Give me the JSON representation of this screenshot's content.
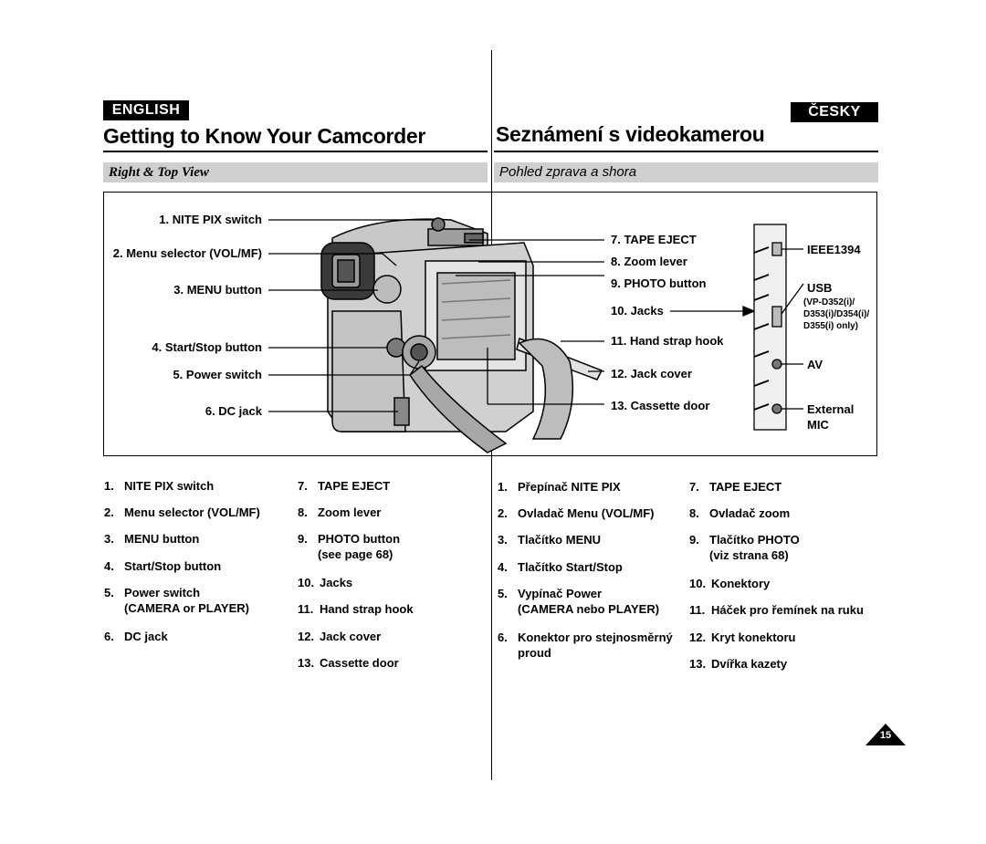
{
  "left": {
    "tag": "ENGLISH",
    "title": "Getting to Know Your Camcorder",
    "subtitle": "Right & Top View"
  },
  "right": {
    "tag": "ČESKY",
    "title": "Seznámení s videokamerou",
    "subtitle": "Pohled zprava a shora"
  },
  "diagram": {
    "left_callouts": [
      "1. NITE PIX switch",
      "2. Menu selector (VOL/MF)",
      "3. MENU button",
      "4. Start/Stop button",
      "5. Power switch",
      "6. DC jack"
    ],
    "right_callouts": [
      "7. TAPE EJECT",
      "8. Zoom lever",
      "9. PHOTO button",
      "10. Jacks",
      "11. Hand strap hook",
      "12. Jack cover",
      "13. Cassette door"
    ],
    "jack_labels": {
      "ieee": "IEEE1394",
      "usb": "USB",
      "usb_note": [
        "(VP-D352(i)/",
        "D353(i)/D354(i)/",
        "D355(i) only)"
      ],
      "av": "AV",
      "mic_1": "External",
      "mic_2": "MIC"
    }
  },
  "english_list": {
    "col1": [
      {
        "n": "1.",
        "t": "NITE PIX switch"
      },
      {
        "n": "2.",
        "t": "Menu selector (VOL/MF)"
      },
      {
        "n": "3.",
        "t": "MENU button"
      },
      {
        "n": "4.",
        "t": "Start/Stop button"
      },
      {
        "n": "5.",
        "t": "Power switch",
        "t2": "(CAMERA or PLAYER)"
      },
      {
        "n": "6.",
        "t": "DC jack"
      }
    ],
    "col2": [
      {
        "n": "7.",
        "t": "TAPE EJECT"
      },
      {
        "n": "8.",
        "t": "Zoom lever"
      },
      {
        "n": "9.",
        "t": "PHOTO button",
        "t2": "(see page 68)"
      },
      {
        "n": "10.",
        "t": "Jacks"
      },
      {
        "n": "11.",
        "t": "Hand strap hook"
      },
      {
        "n": "12.",
        "t": "Jack cover"
      },
      {
        "n": "13.",
        "t": "Cassette door"
      }
    ]
  },
  "czech_list": {
    "col1": [
      {
        "n": "1.",
        "t": "Přepínač NITE PIX"
      },
      {
        "n": "2.",
        "t": "Ovladač Menu (VOL/MF)"
      },
      {
        "n": "3.",
        "t": "Tlačítko MENU"
      },
      {
        "n": "4.",
        "t": "Tlačítko Start/Stop"
      },
      {
        "n": "5.",
        "t": "Vypínač Power",
        "t2": "(CAMERA nebo PLAYER)"
      },
      {
        "n": "6.",
        "t": "Konektor pro stejnosměrný",
        "t2": "proud"
      }
    ],
    "col2": [
      {
        "n": "7.",
        "t": "TAPE EJECT"
      },
      {
        "n": "8.",
        "t": "Ovladač zoom"
      },
      {
        "n": "9.",
        "t": "Tlačítko PHOTO",
        "t2": "(viz strana 68)"
      },
      {
        "n": "10.",
        "t": "Konektory"
      },
      {
        "n": "11.",
        "t": "Háček pro řemínek na ruku"
      },
      {
        "n": "12.",
        "t": "Kryt konektoru"
      },
      {
        "n": "13.",
        "t": "Dvířka kazety"
      }
    ]
  },
  "page_number": "15"
}
